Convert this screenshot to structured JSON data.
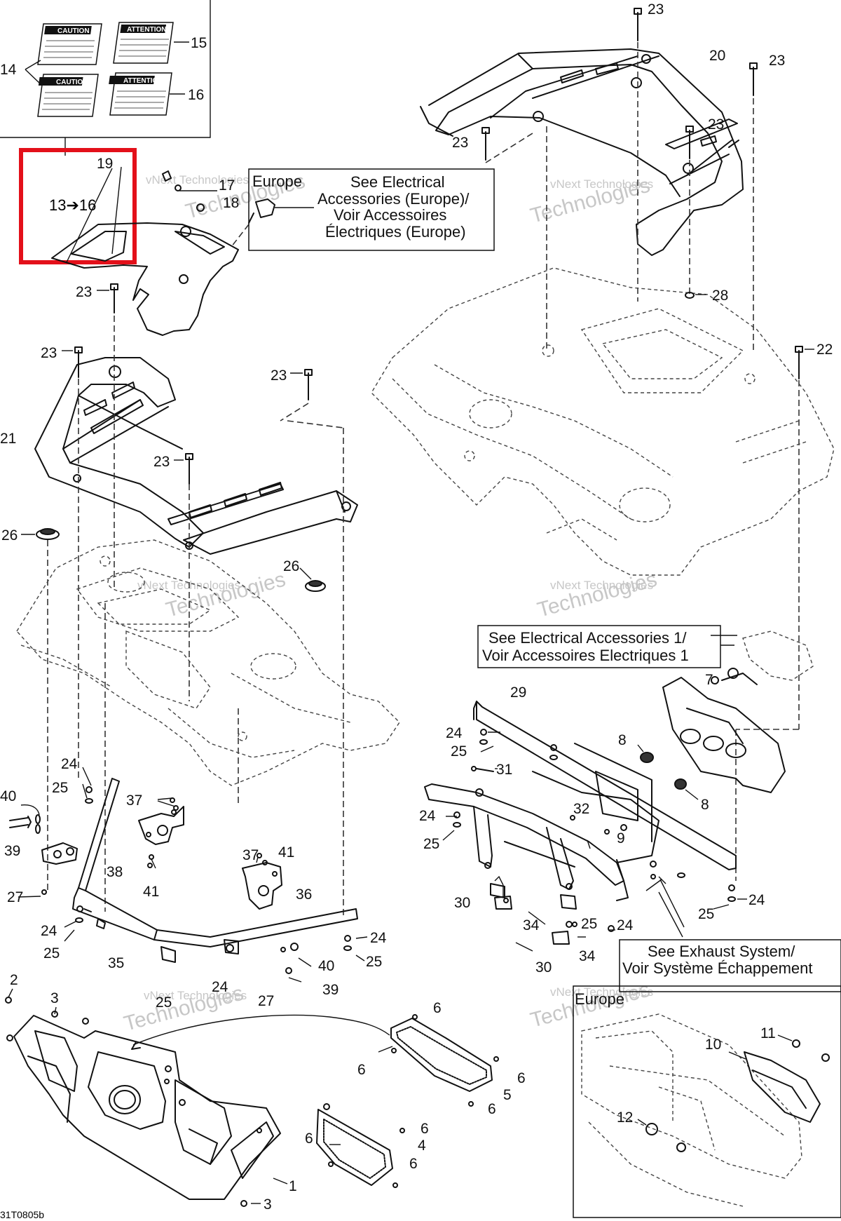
{
  "diagram_code": "31T0805b",
  "highlight_label": "13➔16",
  "decals": [
    {
      "title": "CAUTION",
      "callout": "14"
    },
    {
      "title": "ATTENTION",
      "callout": "15"
    },
    {
      "title": "CAUTION",
      "callout": "14"
    },
    {
      "title": "ATTENTION",
      "callout": "16"
    }
  ],
  "notes": {
    "europe_1": "Europe",
    "electrical_europe_1": "See Electrical",
    "electrical_europe_2": "Accessories (Europe)/",
    "electrical_europe_3": "Voir Accessoires",
    "electrical_europe_4": "Électriques (Europe)",
    "electrical_1a": "See Electrical Accessories 1/",
    "electrical_1b": "Voir Accessoires Electriques 1",
    "exhaust_1": "See Exhaust System/",
    "exhaust_2": "Voir Système Échappement",
    "europe_2": "Europe"
  },
  "watermark": [
    "vNext Technologies",
    "Technologies"
  ],
  "callouts": {
    "c1": "1",
    "c2": "2",
    "c3a": "3",
    "c3b": "3",
    "c4": "4",
    "c5": "5",
    "c6a": "6",
    "c6b": "6",
    "c6c": "6",
    "c6d": "6",
    "c6e": "6",
    "c6f": "6",
    "c6g": "6",
    "c7": "7",
    "c8a": "8",
    "c8b": "8",
    "c9": "9",
    "c10": "10",
    "c11": "11",
    "c12": "12",
    "c14": "14",
    "c15": "15",
    "c16": "16",
    "c17": "17",
    "c18": "18",
    "c19": "19",
    "c20": "20",
    "c21": "21",
    "c22": "22",
    "c23a": "23",
    "c23b": "23",
    "c23c": "23",
    "c23d": "23",
    "c23e": "23",
    "c23f": "23",
    "c23g": "23",
    "c24a": "24",
    "c24b": "24",
    "c24c": "24",
    "c24d": "24",
    "c24e": "24",
    "c24f": "24",
    "c24g": "24",
    "c24h": "24",
    "c25a": "25",
    "c25b": "25",
    "c25c": "25",
    "c25d": "25",
    "c25e": "25",
    "c25f": "25",
    "c25g": "25",
    "c25h": "25",
    "c26a": "26",
    "c26b": "26",
    "c27a": "27",
    "c27b": "27",
    "c28": "28",
    "c29": "29",
    "c30a": "30",
    "c30b": "30",
    "c31": "31",
    "c32": "32",
    "c34a": "34",
    "c34b": "34",
    "c35": "35",
    "c36": "36",
    "c37a": "37",
    "c37b": "37",
    "c38": "38",
    "c39a": "39",
    "c39b": "39",
    "c40a": "40",
    "c40b": "40",
    "c41a": "41",
    "c41b": "41"
  }
}
